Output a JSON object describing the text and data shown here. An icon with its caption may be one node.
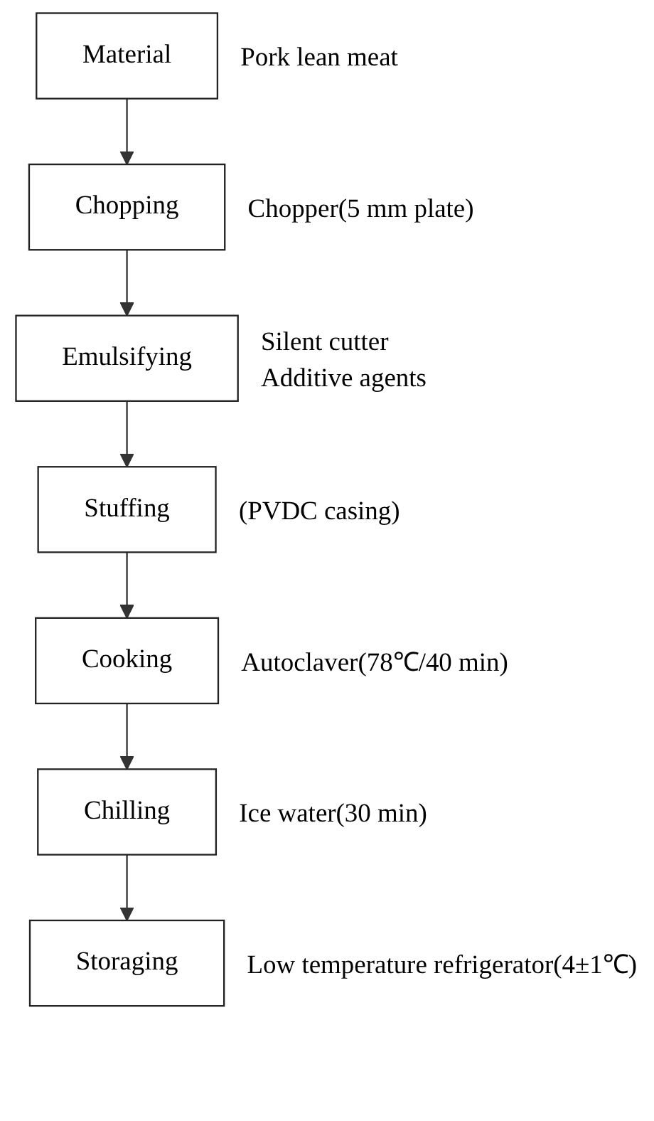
{
  "diagram": {
    "nodes": [
      {
        "text": [
          "Material"
        ],
        "beside": [
          "Pork lean meat"
        ]
      },
      {
        "text": [
          "Chopping"
        ],
        "beside": [
          "Chopper(5 mm plate)"
        ]
      },
      {
        "text": [
          "Emulsifying"
        ],
        "beside": [
          "Silent cutter",
          "Additive agents"
        ]
      },
      {
        "text": [
          "Stuffing"
        ],
        "beside": [
          "(PVDC casing)"
        ]
      },
      {
        "text": [
          "Cooking"
        ],
        "beside": [
          "Autoclaver(78℃/40 min)"
        ]
      },
      {
        "text": [
          "Chilling"
        ],
        "beside": [
          "Ice water(30 min)"
        ]
      },
      {
        "text": [
          "Storaging"
        ],
        "beside": [
          "Low temperature refrigerator(4±1℃)"
        ]
      }
    ],
    "edges": [
      {
        "from": 0,
        "to": 1,
        "arrow": "to"
      },
      {
        "from": 1,
        "to": 2,
        "arrow": "to"
      },
      {
        "from": 2,
        "to": 3,
        "arrow": "to"
      },
      {
        "from": 3,
        "to": 4,
        "arrow": "to"
      },
      {
        "from": 4,
        "to": 5,
        "arrow": "to"
      },
      {
        "from": 5,
        "to": 6,
        "arrow": "to"
      }
    ]
  }
}
